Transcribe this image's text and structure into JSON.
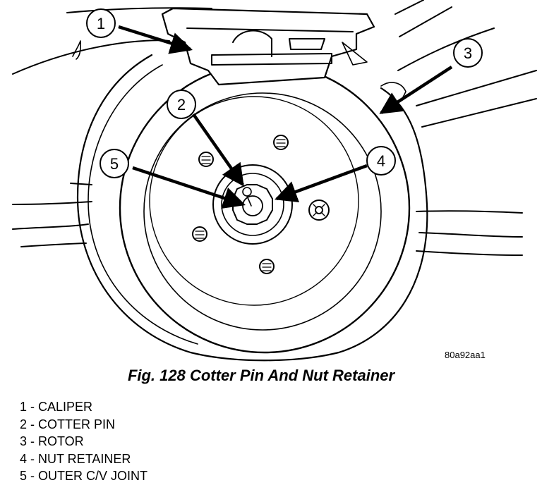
{
  "figure": {
    "code": "80a92aa1",
    "caption": "Fig. 128 Cotter Pin And Nut Retainer",
    "callouts": [
      "1",
      "2",
      "3",
      "4",
      "5"
    ]
  },
  "legend": [
    {
      "number": "1",
      "separator": " - ",
      "text": "CALIPER"
    },
    {
      "number": "2",
      "separator": " - ",
      "text": "COTTER PIN"
    },
    {
      "number": "3",
      "separator": " - ",
      "text": "ROTOR"
    },
    {
      "number": "4",
      "separator": " - ",
      "text": "NUT RETAINER"
    },
    {
      "number": "5",
      "separator": " - ",
      "text": "OUTER C/V JOINT"
    }
  ]
}
